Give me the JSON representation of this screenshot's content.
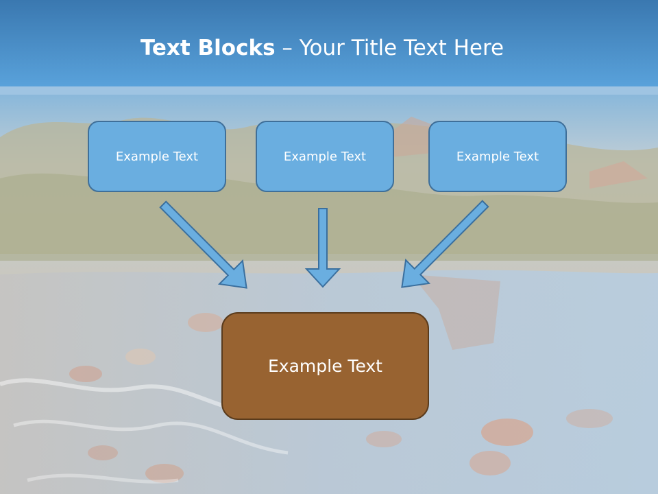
{
  "slide": {
    "title_bold": "Text Blocks",
    "title_dash": "–",
    "title_rest": "Your Title Text Here"
  },
  "blocks": {
    "top": [
      "Example Text",
      "Example Text",
      "Example Text"
    ],
    "bottom": "Example Text"
  },
  "colors": {
    "sky_top": "#3e7fb9",
    "sky_band": "#5aa0d8",
    "box_fill": "#6aaee0",
    "box_border": "#3f6f99",
    "bottom_box_fill": "#986331",
    "bottom_box_border": "#5a3b1c",
    "arrow_fill": "#6aaee0",
    "arrow_stroke": "#3a6f9e"
  },
  "icons": {
    "arrow": "down-arrow-icon"
  }
}
